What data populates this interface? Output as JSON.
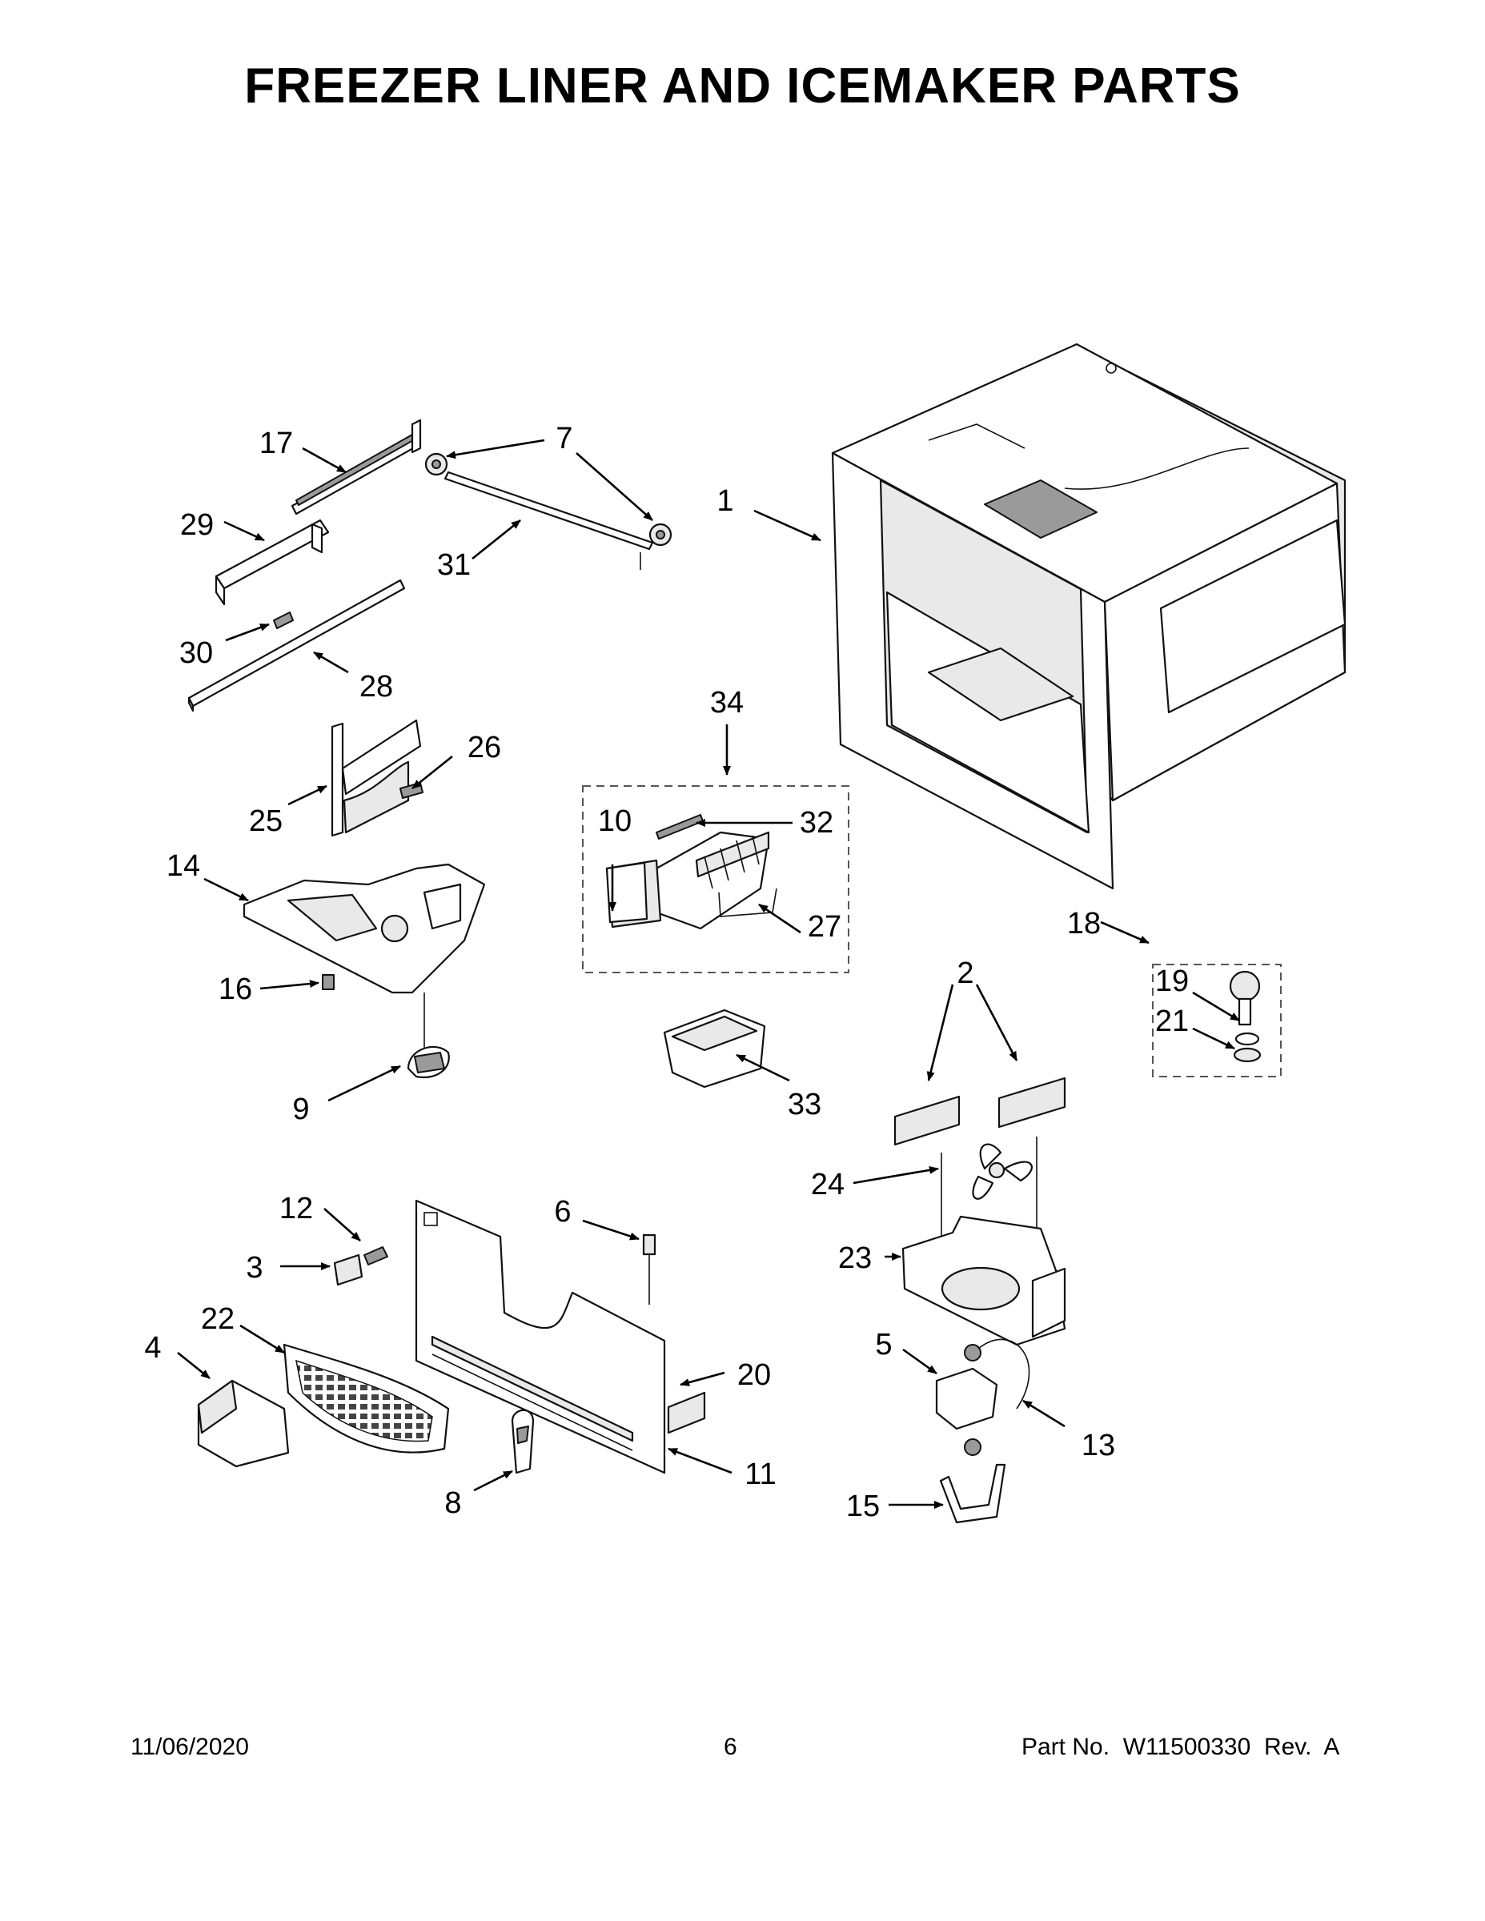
{
  "page": {
    "title": "FREEZER LINER AND ICEMAKER PARTS"
  },
  "callouts": [
    "1",
    "2",
    "3",
    "4",
    "5",
    "6",
    "7",
    "8",
    "9",
    "10",
    "11",
    "12",
    "13",
    "14",
    "15",
    "16",
    "17",
    "18",
    "19",
    "20",
    "21",
    "22",
    "23",
    "24",
    "25",
    "26",
    "27",
    "28",
    "29",
    "30",
    "31",
    "32",
    "33",
    "34"
  ],
  "footer": {
    "date": "11/06/2020",
    "page_number": "6",
    "part_number": "Part No.  W11500330  Rev.  A"
  }
}
